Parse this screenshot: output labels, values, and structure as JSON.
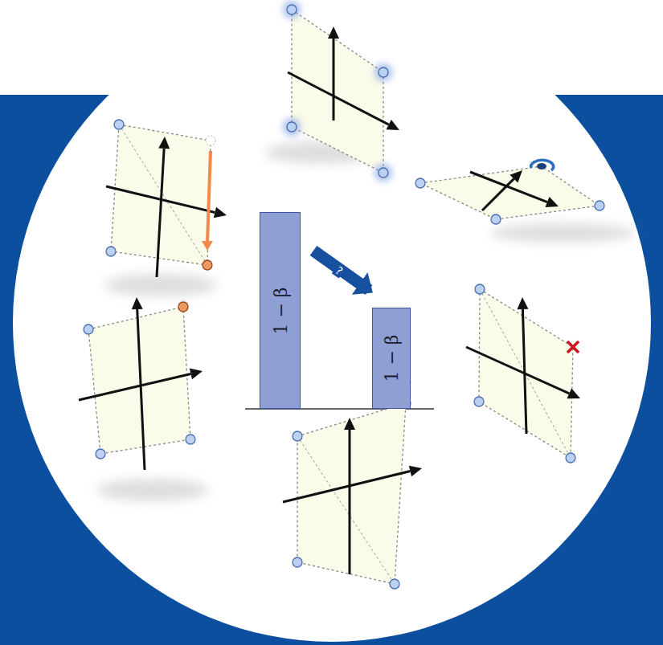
{
  "diagram": {
    "nodes": [
      {
        "text": [
          "1 − β"
        ]
      },
      {
        "text": [
          "1 − β"
        ]
      }
    ],
    "edges": [
      {
        "from": 0,
        "to": 1,
        "arrow": "to",
        "label": "?"
      }
    ]
  }
}
